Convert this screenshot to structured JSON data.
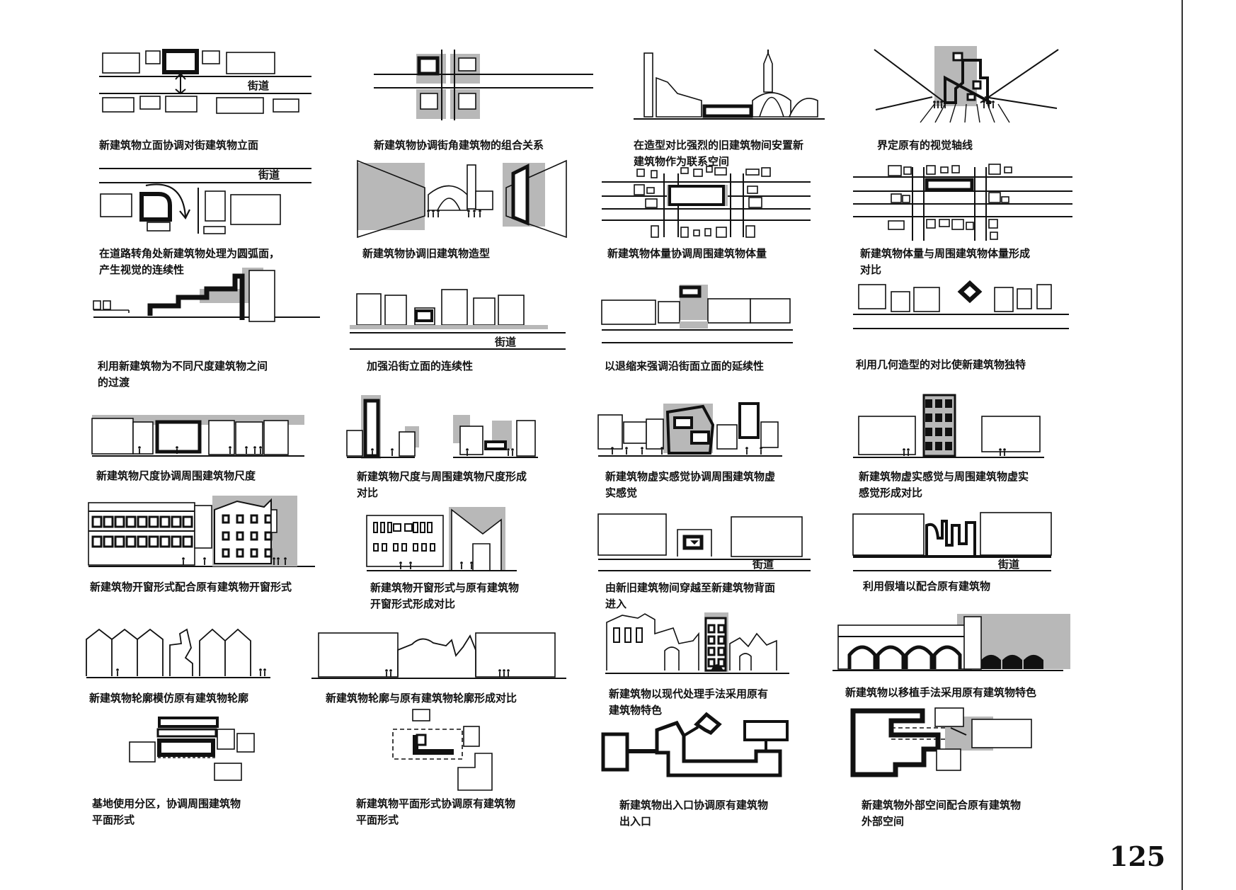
{
  "colors": {
    "ink": "#111111",
    "screen": "#b8b8b8",
    "paper": "#ffffff"
  },
  "street_label": "街道",
  "page_number": "125",
  "diagrams": [
    {
      "id": "d01",
      "caption": "新建筑物立面协调对街建筑物立面"
    },
    {
      "id": "d02",
      "caption": "新建筑物协调街角建筑物的组合关系"
    },
    {
      "id": "d03",
      "caption": "在造型对比强烈的旧建筑物间安置新\n建筑物作为联系空间"
    },
    {
      "id": "d04",
      "caption": "界定原有的视觉轴线"
    },
    {
      "id": "d05",
      "caption": "在道路转角处新建筑物处理为圆弧面，\n产生视觉的连续性"
    },
    {
      "id": "d06",
      "caption": "新建筑物协调旧建筑物造型"
    },
    {
      "id": "d07",
      "caption": "新建筑物体量协调周围建筑物体量"
    },
    {
      "id": "d08",
      "caption": "新建筑物体量与周围建筑物体量形成\n对比"
    },
    {
      "id": "d09",
      "caption": "利用新建筑物为不同尺度建筑物之间\n的过渡"
    },
    {
      "id": "d10",
      "caption": "加强沿街立面的连续性"
    },
    {
      "id": "d11",
      "caption": "以退缩来强调沿街面立面的延续性"
    },
    {
      "id": "d12",
      "caption": "利用几何造型的对比使新建筑物独特"
    },
    {
      "id": "d13",
      "caption": "新建筑物尺度协调周围建筑物尺度"
    },
    {
      "id": "d14",
      "caption": "新建筑物尺度与周围建筑物尺度形成\n对比"
    },
    {
      "id": "d15",
      "caption": "新建筑物虚实感觉协调周围建筑物虚\n实感觉"
    },
    {
      "id": "d16",
      "caption": "新建筑物虚实感觉与周围建筑物虚实\n感觉形成对比"
    },
    {
      "id": "d17",
      "caption": "新建筑物开窗形式配合原有建筑物开窗形式"
    },
    {
      "id": "d18",
      "caption": "新建筑物开窗形式与原有建筑物\n开窗形式形成对比"
    },
    {
      "id": "d19",
      "caption": "由新旧建筑物间穿越至新建筑物背面\n进入"
    },
    {
      "id": "d20",
      "caption": "利用假墙以配合原有建筑物"
    },
    {
      "id": "d21",
      "caption": "新建筑物轮廓模仿原有建筑物轮廓"
    },
    {
      "id": "d22",
      "caption": "新建筑物轮廓与原有建筑物轮廓形成对比"
    },
    {
      "id": "d23",
      "caption": "新建筑物以现代处理手法采用原有\n建筑物特色"
    },
    {
      "id": "d24",
      "caption": "新建筑物以移植手法采用原有建筑物特色"
    },
    {
      "id": "d25",
      "caption": "基地使用分区，协调周围建筑物\n平面形式"
    },
    {
      "id": "d26",
      "caption": "新建筑物平面形式协调原有建筑物\n平面形式"
    },
    {
      "id": "d27",
      "caption": "新建筑物出入口协调原有建筑物\n出入口"
    },
    {
      "id": "d28",
      "caption": "新建筑物外部空间配合原有建筑物\n外部空间"
    }
  ]
}
